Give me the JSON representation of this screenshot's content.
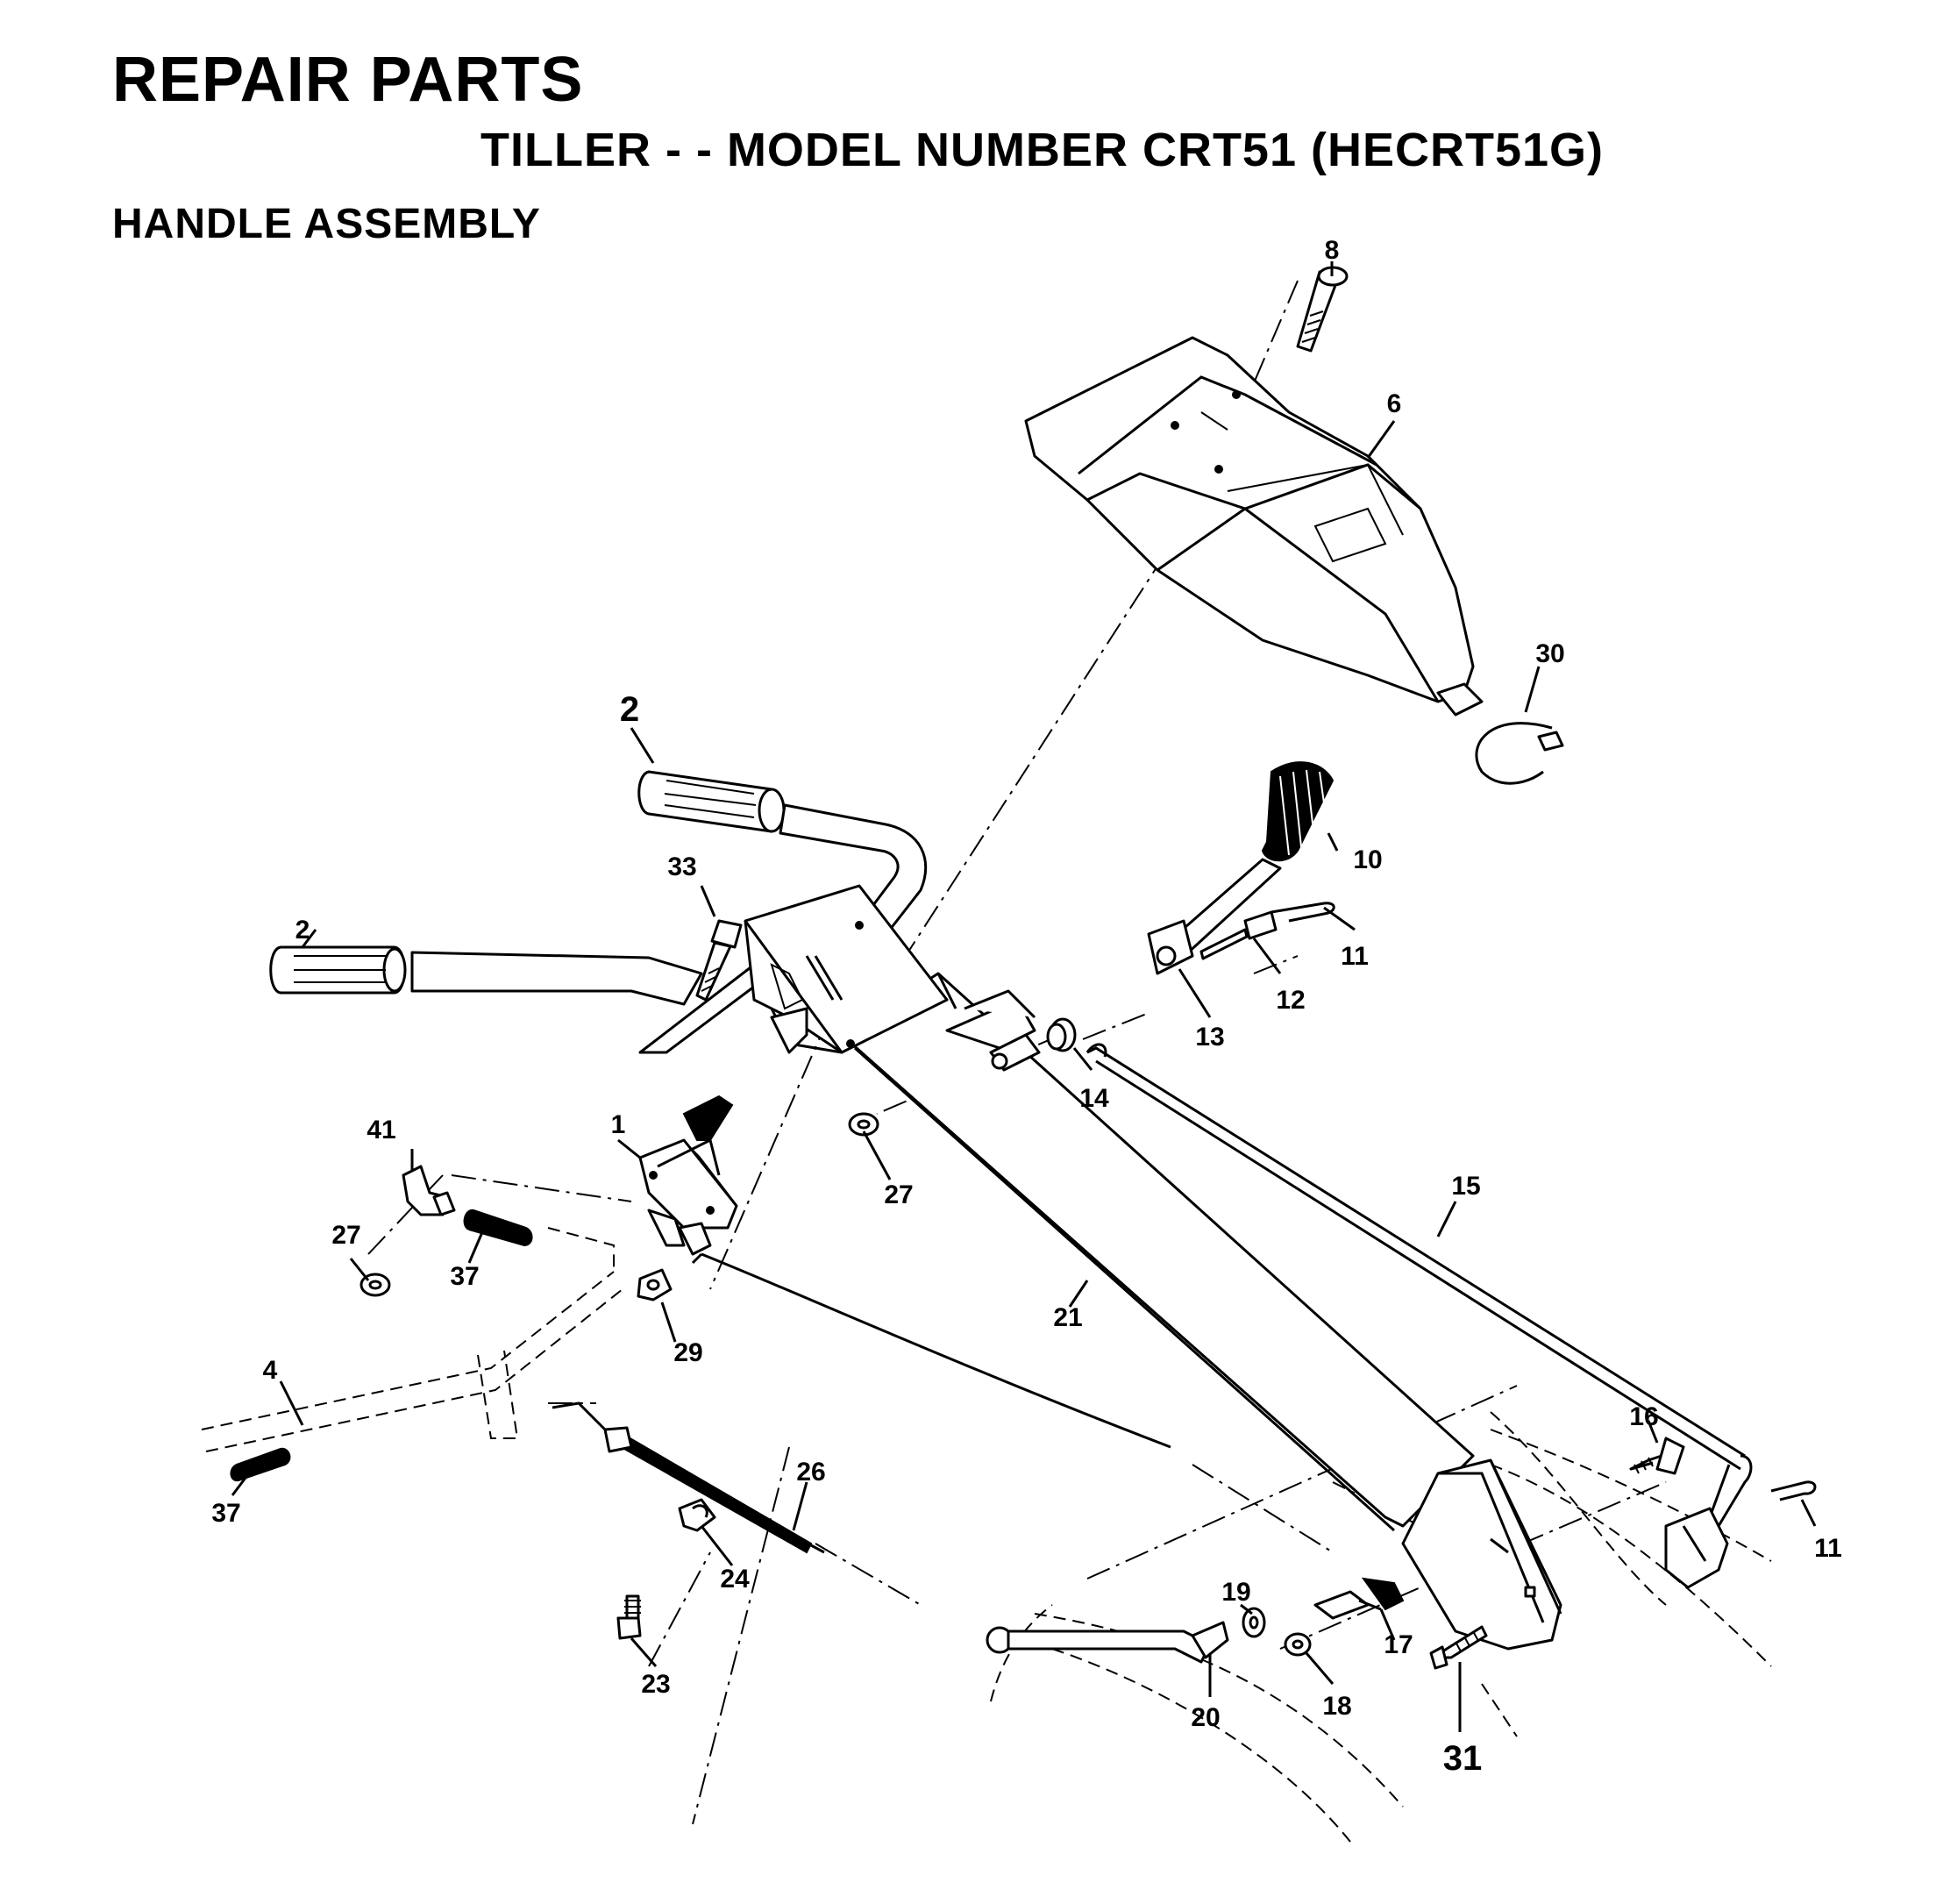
{
  "header": {
    "title": "REPAIR PARTS",
    "subtitle": "TILLER - - MODEL NUMBER CRT51 (HECRT51G)",
    "section": "HANDLE  ASSEMBLY"
  },
  "callouts": {
    "p1": "1",
    "p2a": "2",
    "p2b": "2",
    "p4": "4",
    "p6": "6",
    "p8": "8",
    "p10": "10",
    "p11a": "11",
    "p11b": "11",
    "p12": "12",
    "p13": "13",
    "p14": "14",
    "p15": "15",
    "p16": "16",
    "p17": "17",
    "p18": "18",
    "p19": "19",
    "p20": "20",
    "p21": "21",
    "p23": "23",
    "p24": "24",
    "p26": "26",
    "p27a": "27",
    "p27b": "27",
    "p29": "29",
    "p30": "30",
    "p31": "31",
    "p33": "33",
    "p37a": "37",
    "p37b": "37",
    "p41": "41"
  }
}
